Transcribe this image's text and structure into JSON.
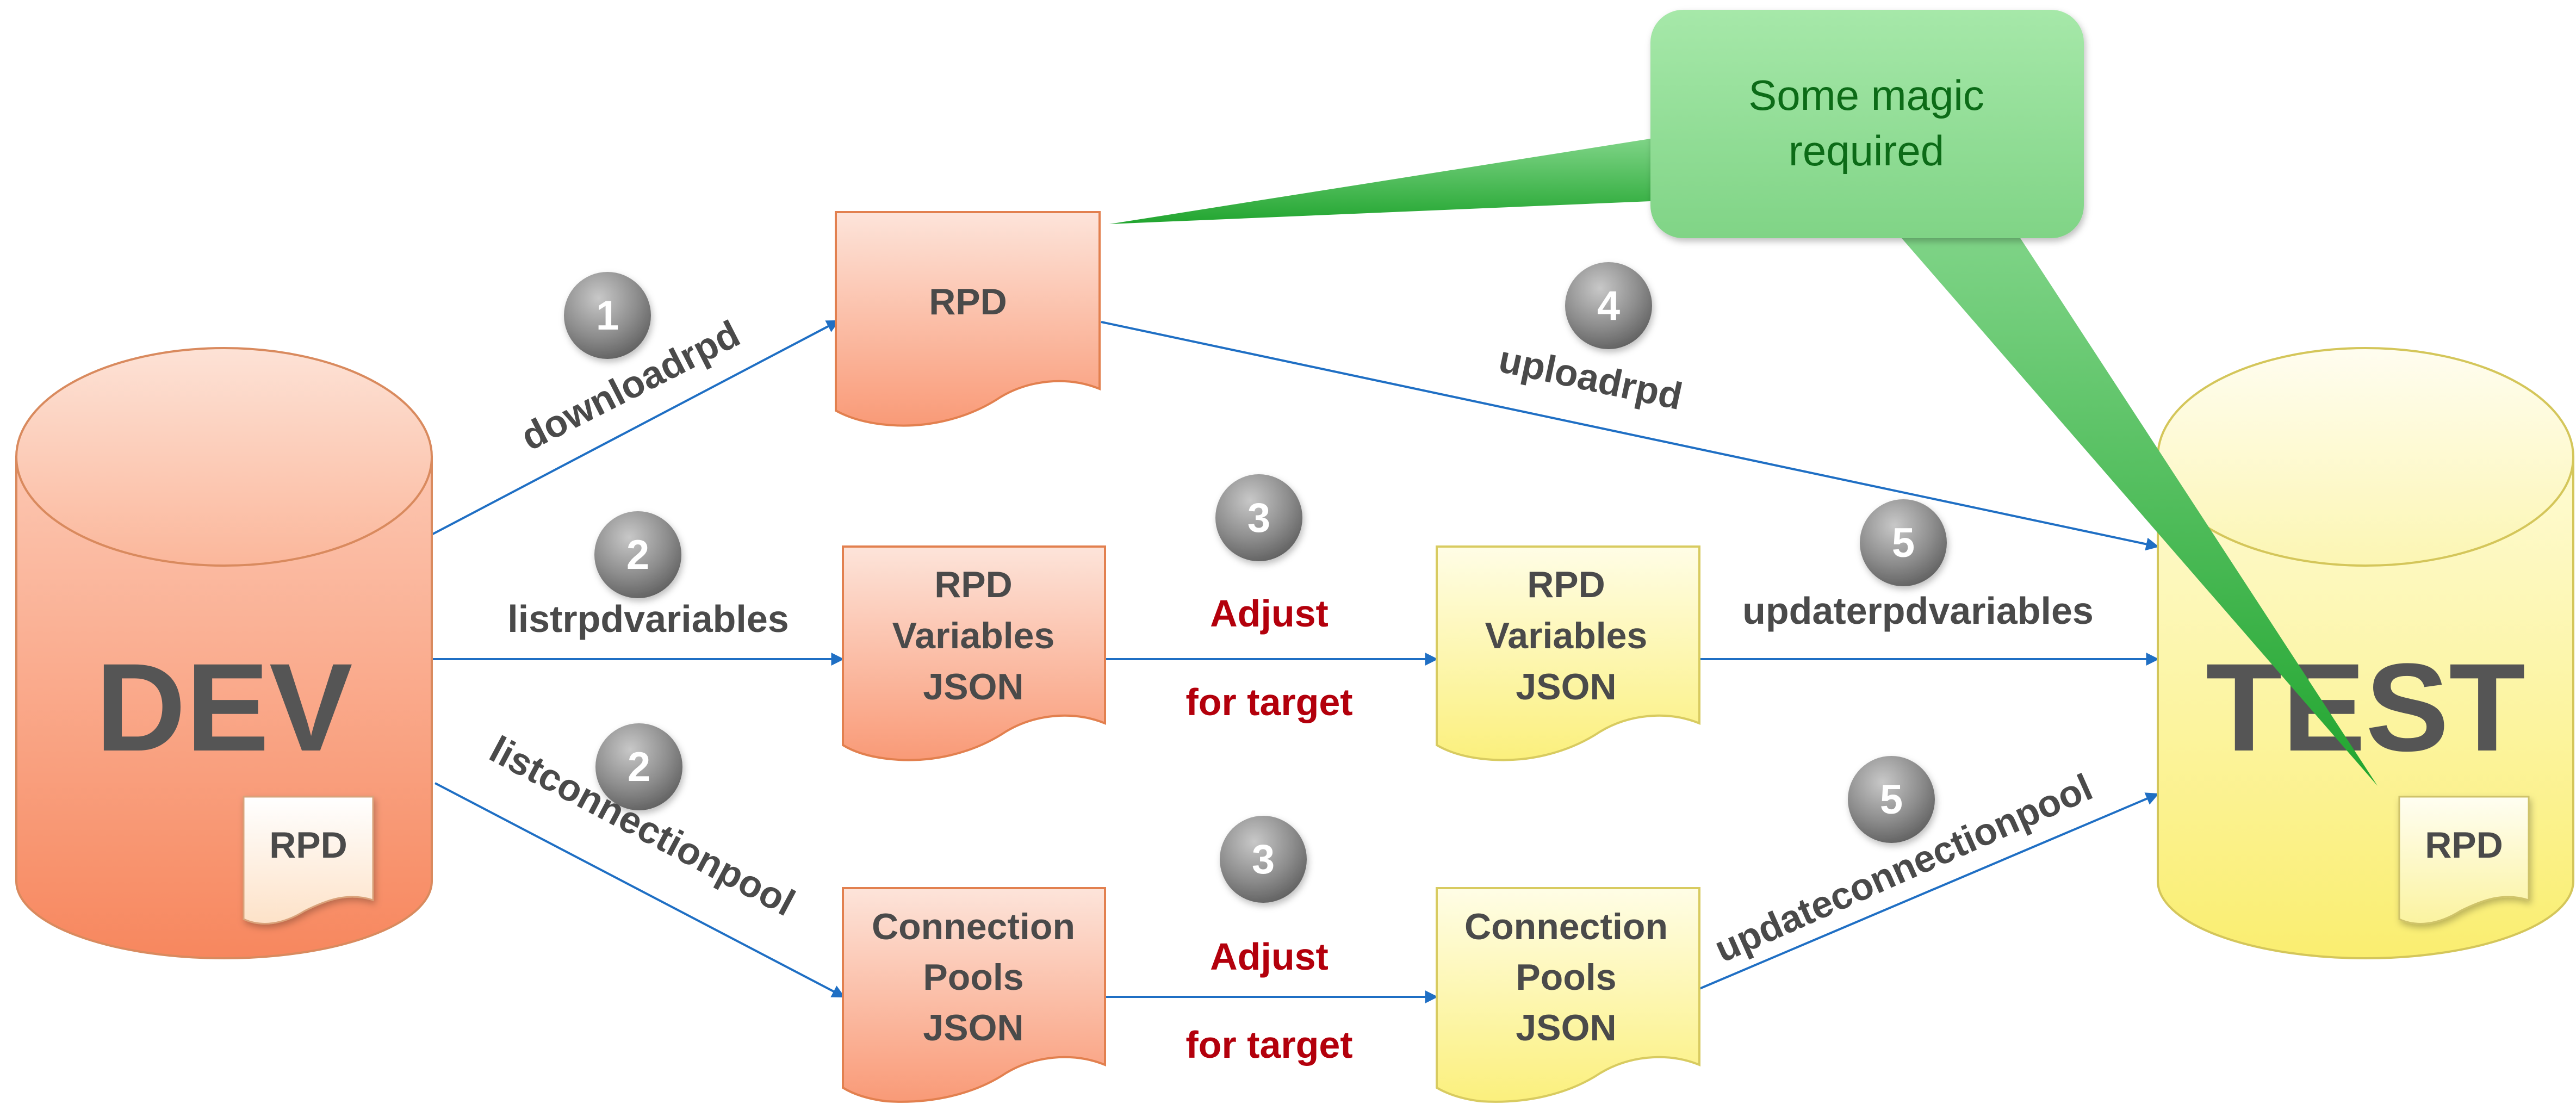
{
  "databases": {
    "dev": {
      "label": "DEV",
      "doc_label": "RPD"
    },
    "test": {
      "label": "TEST",
      "doc_label": "RPD"
    }
  },
  "documents": {
    "rpd": [
      "RPD"
    ],
    "rpd_variables_src": [
      "RPD",
      "Variables",
      "JSON"
    ],
    "connection_pools_src": [
      "Connection",
      "Pools",
      "JSON"
    ],
    "rpd_variables_adj": [
      "RPD",
      "Variables",
      "JSON"
    ],
    "connection_pools_adj": [
      "Connection",
      "Pools",
      "JSON"
    ]
  },
  "steps": {
    "s1": {
      "number": "1",
      "command": "downloadrpd"
    },
    "s2a": {
      "number": "2",
      "command": "listrpdvariables"
    },
    "s2b": {
      "number": "2",
      "command": "listconnectionpool"
    },
    "s3a": {
      "number": "3",
      "line1": "Adjust",
      "line2": "for target"
    },
    "s3b": {
      "number": "3",
      "line1": "Adjust",
      "line2": "for target"
    },
    "s4": {
      "number": "4",
      "command": "uploadrpd"
    },
    "s5a": {
      "number": "5",
      "command": "updaterpdvariables"
    },
    "s5b": {
      "number": "5",
      "command": "updateconnectionpool"
    }
  },
  "callout": {
    "line1": "Some magic",
    "line2": "required"
  },
  "colors": {
    "dev_fill": "#f98f6b",
    "doc_orange": "#fbb096",
    "doc_yellow": "#fbf28a",
    "test_fill": "#fbf07e",
    "arrow": "#1f6fc4",
    "label_dark": "#4a4a4a",
    "adjust_red": "#b3000c",
    "callout_fill": "#8fde95",
    "callout_text": "#0c6b17"
  }
}
